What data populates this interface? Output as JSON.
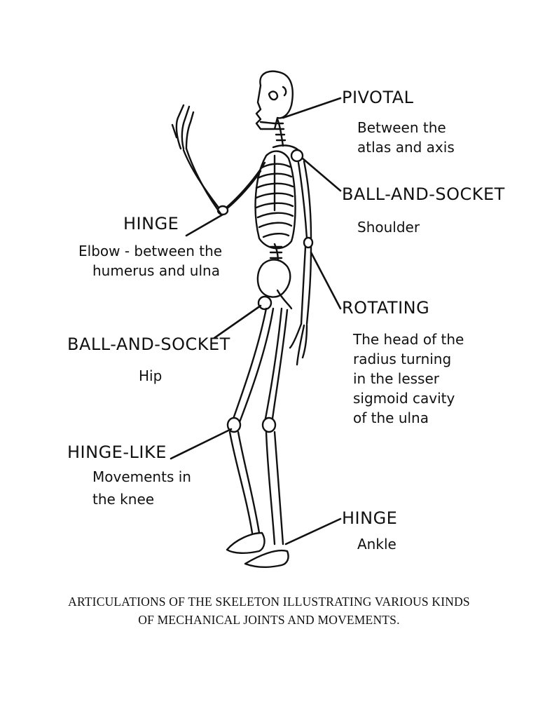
{
  "labels": {
    "pivotal": {
      "title": "PIVOTAL",
      "desc": [
        "Between the",
        "atlas and axis"
      ]
    },
    "shoulder": {
      "title": "BALL-AND-SOCKET",
      "desc": [
        "Shoulder"
      ]
    },
    "elbow": {
      "title": "HINGE",
      "desc": [
        "Elbow - between the",
        "humerus and ulna"
      ]
    },
    "rotating": {
      "title": "ROTATING",
      "desc": [
        "The head of the",
        "radius turning",
        "in the lesser",
        "sigmoid cavity",
        "of the ulna"
      ]
    },
    "hip": {
      "title": "BALL-AND-SOCKET",
      "desc": [
        "Hip"
      ]
    },
    "knee": {
      "title": "HINGE-LIKE",
      "desc": [
        "Movements in",
        "the knee"
      ]
    },
    "ankle": {
      "title": "HINGE",
      "desc": [
        "Ankle"
      ]
    }
  },
  "caption": [
    "ARTICULATIONS OF THE SKELETON ILLUSTRATING VARIOUS KINDS",
    "OF MECHANICAL JOINTS AND MOVEMENTS."
  ]
}
